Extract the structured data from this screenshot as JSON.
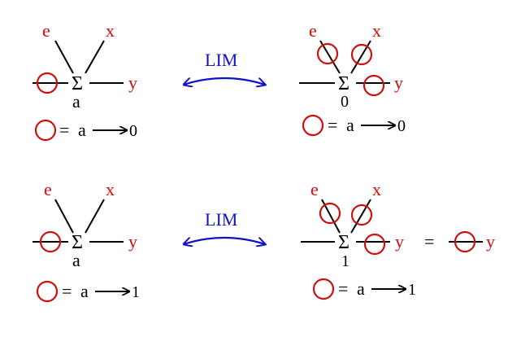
{
  "panels": [
    {
      "id": "top-left",
      "legs": [
        "e",
        "x"
      ],
      "out": "y",
      "sigma": "Σ",
      "sub": "a",
      "rule": {
        "eq": "=",
        "a": "a",
        "target": "0"
      }
    },
    {
      "id": "top-right",
      "legs": [
        "e",
        "x"
      ],
      "out": "y",
      "sigma": "Σ",
      "sub": "0",
      "rule": {
        "eq": "=",
        "a": "a",
        "target": "0"
      }
    },
    {
      "id": "bottom-left",
      "legs": [
        "e",
        "x"
      ],
      "out": "y",
      "sigma": "Σ",
      "sub": "a",
      "rule": {
        "eq": "=",
        "a": "a",
        "target": "1"
      }
    },
    {
      "id": "bottom-right",
      "legs": [
        "e",
        "x"
      ],
      "out": "y",
      "sigma": "Σ",
      "sub": "1",
      "rule": {
        "eq": "=",
        "a": "a",
        "target": "1"
      }
    }
  ],
  "arrows": [
    {
      "label": "LIM"
    },
    {
      "label": "LIM"
    }
  ],
  "extra": {
    "eq": "=",
    "out": "y"
  },
  "colors": {
    "red": "#cc1010",
    "blue": "#1010c8",
    "black": "#000000"
  }
}
